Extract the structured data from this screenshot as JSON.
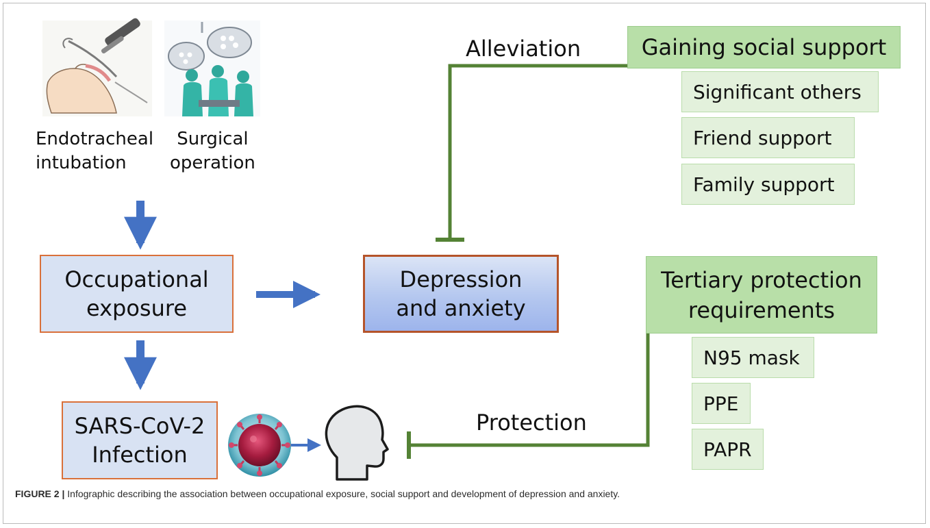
{
  "top_left": {
    "label_endotracheal": "Endotracheal\nintubation",
    "label_surgical": "Surgical\noperation"
  },
  "nodes": {
    "occupational": "Occupational\nexposure",
    "depression": "Depression\nand anxiety",
    "sars": "SARS-CoV-2\nInfection"
  },
  "edges": {
    "alleviation": "Alleviation",
    "protection": "Protection"
  },
  "social_support": {
    "title": "Gaining social support",
    "items": [
      "Significant others",
      "Friend support",
      "Family support"
    ]
  },
  "tertiary_protection": {
    "title": "Tertiary protection\nrequirements",
    "items": [
      "N95 mask",
      "PPE",
      "PAPR"
    ]
  },
  "caption": {
    "figure_label": "FIGURE 2 |",
    "text": " Infographic describing the association between occupational exposure, social support and development of depression and anxiety."
  },
  "colors": {
    "arrow_blue": "#4472c4",
    "inhibit_green": "#548235",
    "box_border_orange": "#d9703a",
    "box_fill_blue": "#d8e2f3",
    "green_main": "#b8dfa8",
    "green_sub": "#e3f1dc"
  },
  "icons": [
    "intubation-illustration",
    "surgery-illustration",
    "virus-icon",
    "head-silhouette-icon"
  ]
}
